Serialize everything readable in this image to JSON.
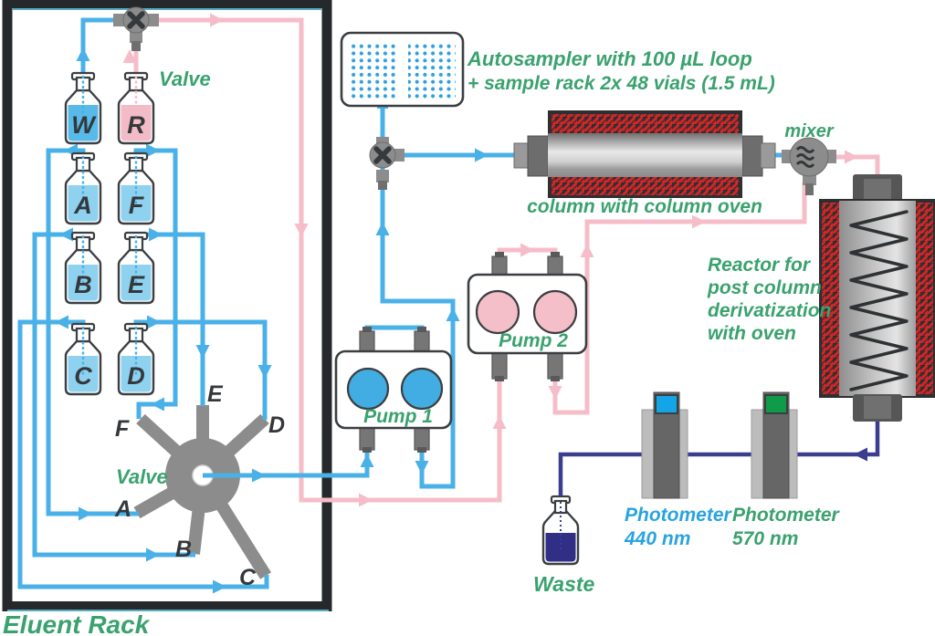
{
  "colors": {
    "tube_blue": "#49b1e8",
    "tube_pink": "#f6bdc9",
    "tube_navy": "#3b3d8e",
    "label_green": "#3aa26e",
    "label_blue": "#29a3e0",
    "text_dark": "#34383b",
    "liquid_water": "#57bae8",
    "liquid_reagent": "#f3bac7",
    "liquid_eluent": "#8fd2f0",
    "pump1_head": "#42ade3",
    "pump2_head": "#f5bfca",
    "photometer_440_cap": "#14a5e6",
    "photometer_570_cap": "#0f9b47",
    "heater_red": "#d22627",
    "component_gray": "#8c8c8c"
  },
  "rack": {
    "label": "Eluent Rack",
    "top_valve_label": "Valve",
    "rotary_valve_label": "Valve",
    "bottles": [
      {
        "label": "W"
      },
      {
        "label": "R"
      },
      {
        "label": "A"
      },
      {
        "label": "F"
      },
      {
        "label": "B"
      },
      {
        "label": "E"
      },
      {
        "label": "C"
      },
      {
        "label": "D"
      }
    ],
    "ports": [
      "A",
      "B",
      "C",
      "D",
      "E",
      "F"
    ]
  },
  "autosampler": {
    "caption_line1": "Autosampler with 100 µL loop",
    "caption_line2": "+ sample rack 2x 48 vials (1.5 mL)"
  },
  "pumps": [
    {
      "label": "Pump 1"
    },
    {
      "label": "Pump 2"
    }
  ],
  "column": {
    "caption": "column with column oven"
  },
  "mixer": {
    "label": "mixer"
  },
  "reactor": {
    "caption_lines": [
      "Reactor for",
      "post column",
      "derivatization",
      "with oven"
    ]
  },
  "photometers": [
    {
      "name": "Photometer",
      "wavelength": "440 nm"
    },
    {
      "name": "Photometer",
      "wavelength": "570 nm"
    }
  ],
  "waste": {
    "label": "Waste"
  }
}
